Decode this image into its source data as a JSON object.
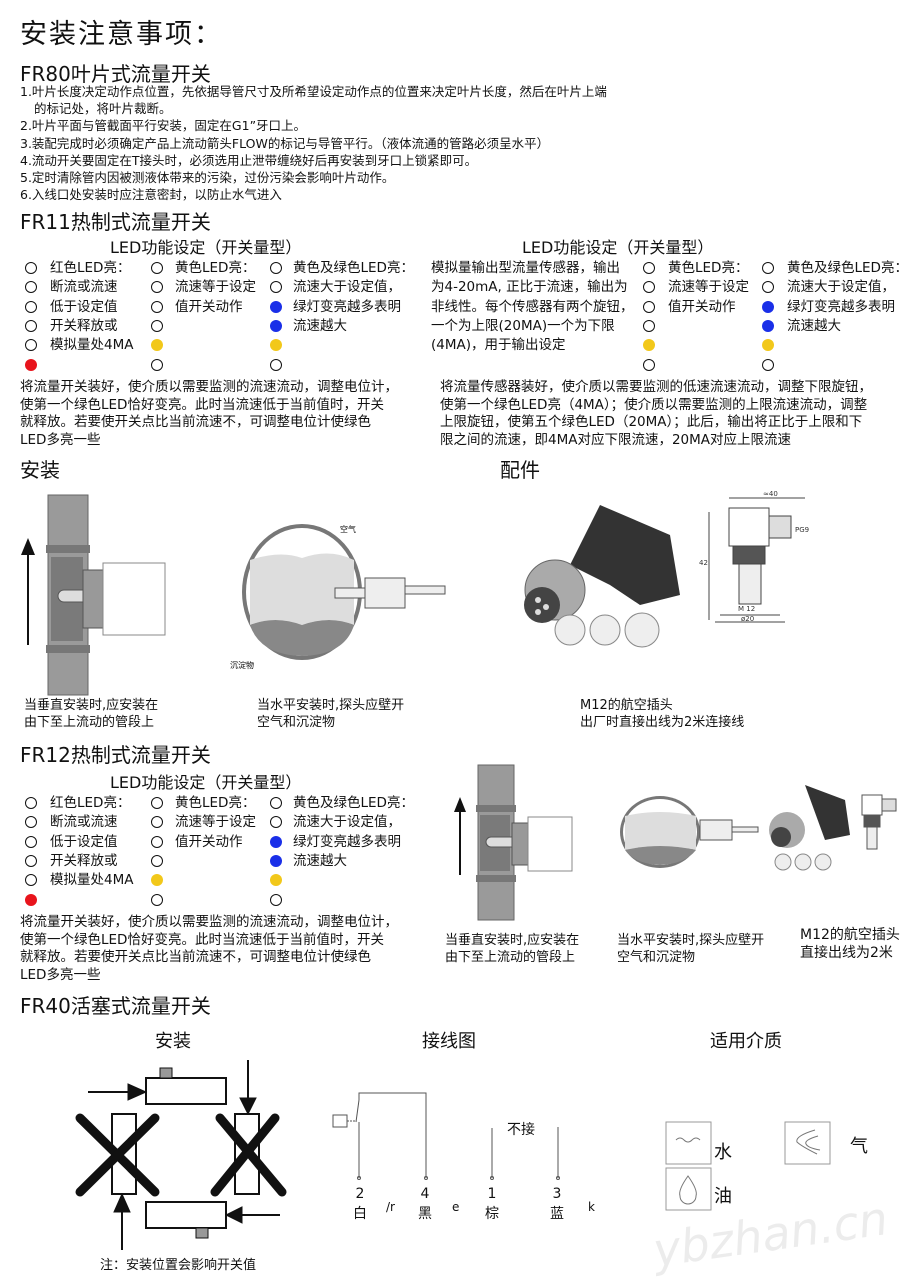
{
  "title": "安装注意事项：",
  "fr80": {
    "heading": "FR80叶片式流量开关",
    "items": [
      "1.叶片长度决定动作点位置，先依据导管尺寸及所希望设定动作点的位置来决定叶片长度，然后在叶片上端",
      "   的标记处，将叶片裁断。",
      "2.叶片平面与管截面平行安装，固定在G1”牙口上。",
      "3.装配完成时必须确定产品上流动箭头FLOW的标记与导管平行。（液体流通的管路必须呈水平）",
      "4.流动开关要固定在T接头时，必须选用止泄带缠绕好后再安装到牙口上锁紧即可。",
      "5.定时清除管内因被测液体带来的污染，过份污染会影响叶片动作。",
      "6.入线口处安装时应注意密封，以防止水气进入"
    ]
  },
  "fr11": {
    "heading": "FR11热制式流量开关",
    "led_title_left": "LED功能设定（开关量型）",
    "led_title_right": "LED功能设定（开关量型）",
    "red_text": [
      "红色LED亮：",
      "断流或流速",
      "低于设定值",
      "开关释放或",
      "模拟量处4MA"
    ],
    "yellow_text": [
      "黄色LED亮：",
      "流速等于设定",
      "值开关动作"
    ],
    "green_text": [
      "黄色及绿色LED亮：",
      "流速大于设定值，",
      "绿灯变亮越多表明",
      "流速越大"
    ],
    "analog_text": [
      "模拟量输出型流量传感器，输出",
      "为4-20mA, 正比于流速，输出为",
      "非线性。每个传感器有两个旋钮，",
      "一个为上限(20MA)一个为下限",
      "(4MA)，用于输出设定"
    ],
    "para_left": [
      "将流量开关装好，使介质以需要监测的流速流动，调整电位计，",
      "使第一个绿色LED恰好变亮。此时当流速低于当前值时，开关",
      "就释放。若要使开关点比当前流速不，可调整电位计使绿色",
      "LED多亮一些"
    ],
    "para_right": [
      "将流量传感器装好，使介质以需要监测的低速流速流动，调整下限旋钮，",
      "使第一个绿色LED亮（4MA）；使介质以需要监测的上限流速流动，调整",
      "上限旋钮，使第五个绿色LED（20MA）；此后，输出将正比于上限和下",
      "限之间的流速，即4MA对应下限流速，20MA对应上限流速"
    ],
    "install_heading": "安装",
    "parts_heading": "配件",
    "cap_vertical": [
      "当垂直安装时,应安装在",
      "由下至上流动的管段上"
    ],
    "cap_horizontal": [
      "当水平安装时,探头应壁开",
      "空气和沉淀物"
    ],
    "cap_m12": [
      "M12的航空插头",
      "出厂时直接出线为2米连接线"
    ],
    "label_air": "空气",
    "label_sediment": "沉淀物",
    "dim_40": "≈40",
    "dim_42": "42",
    "dim_pg9": "PG9",
    "dim_m12": "M 12",
    "dim_d20": "ø20"
  },
  "fr12": {
    "heading": "FR12热制式流量开关",
    "led_title": "LED功能设定（开关量型）",
    "red_text": [
      "红色LED亮：",
      "断流或流速",
      "低于设定值",
      "开关释放或",
      "模拟量处4MA"
    ],
    "yellow_text": [
      "黄色LED亮：",
      "流速等于设定",
      "值开关动作"
    ],
    "green_text": [
      "黄色及绿色LED亮：",
      "流速大于设定值，",
      "绿灯变亮越多表明",
      "流速越大"
    ],
    "para": [
      "将流量开关装好，使介质以需要监测的流速流动，调整电位计，",
      "使第一个绿色LED恰好变亮。此时当流速低于当前值时，开关",
      "就释放。若要使开关点比当前流速不，可调整电位计使绿色",
      "LED多亮一些"
    ],
    "cap_vertical": [
      "当垂直安装时,应安装在",
      "由下至上流动的管段上"
    ],
    "cap_horizontal": [
      "当水平安装时,探头应壁开",
      "空气和沉淀物"
    ],
    "cap_m12": [
      "M12的航空插头",
      "直接出线为2米"
    ]
  },
  "fr40": {
    "heading": "FR40活塞式流量开关",
    "install_heading": "安装",
    "wiring_heading": "接线图",
    "media_heading": "适用介质",
    "note": "注：安装位置会影响开关值",
    "not_connected": "不接",
    "pins": [
      {
        "num": "2",
        "color": "白",
        "stray": "/r"
      },
      {
        "num": "4",
        "color": "黑",
        "stray": "e"
      },
      {
        "num": "1",
        "color": "棕",
        "stray": ""
      },
      {
        "num": "3",
        "color": "蓝",
        "stray": "k"
      }
    ],
    "media": [
      "水",
      "油",
      "气"
    ]
  },
  "led_colors": {
    "red": "#e8141c",
    "yellow": "#f2c81a",
    "blue": "#1a2fe8"
  },
  "led_columns": {
    "red": [
      "off",
      "off",
      "off",
      "off",
      "off",
      "red"
    ],
    "yellow": [
      "off",
      "off",
      "off",
      "off",
      "yellow",
      "off"
    ],
    "green": [
      "off",
      "off",
      "blue",
      "blue",
      "yellow",
      "off"
    ]
  },
  "watermark": "ybzhan.cn"
}
